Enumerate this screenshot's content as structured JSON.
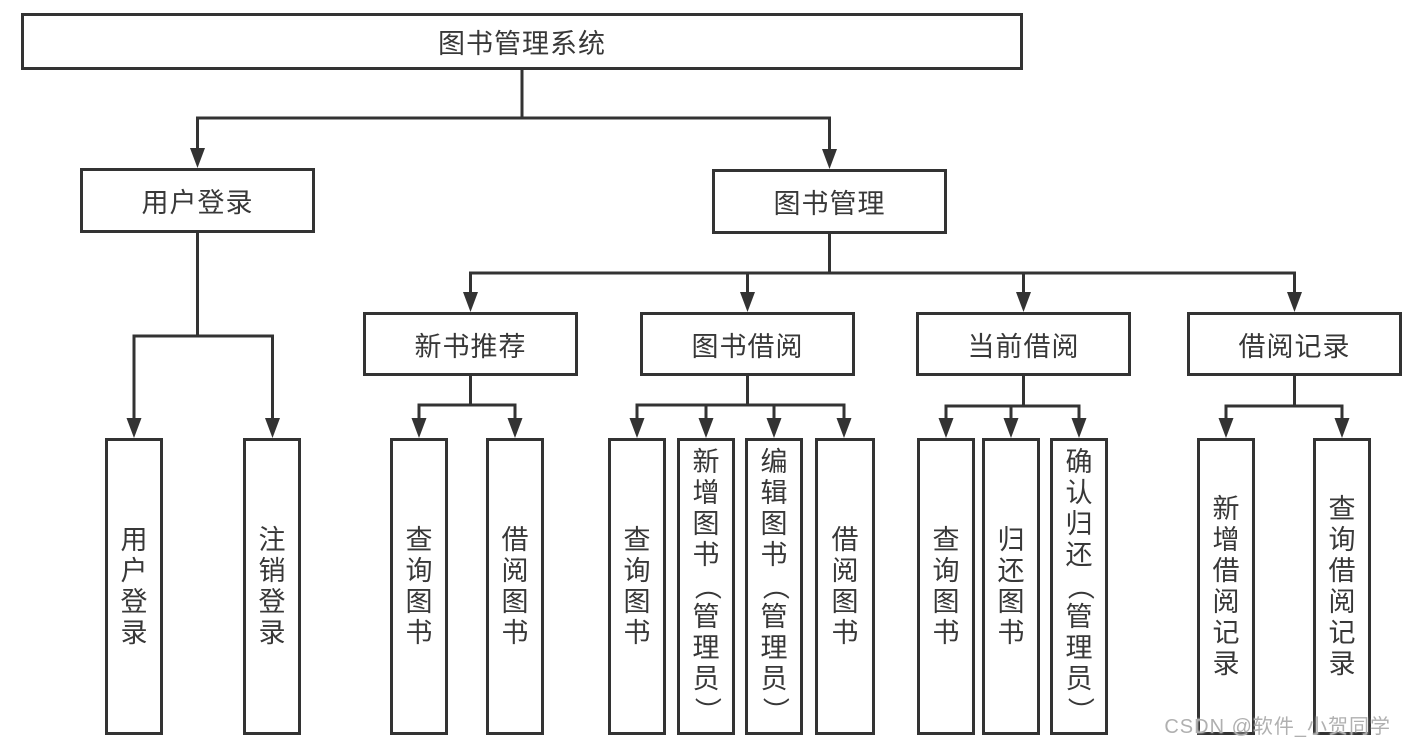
{
  "diagram": {
    "watermark": "CSDN @软件_小贺同学",
    "colors": {
      "line": "#333333",
      "text": "#383838",
      "box_background": "#ffffff",
      "watermark": "#b0b0b0"
    },
    "tree": {
      "label": "图书管理系统",
      "children": [
        {
          "label": "用户登录",
          "children": [
            {
              "label": "用户登录"
            },
            {
              "label": "注销登录"
            }
          ]
        },
        {
          "label": "图书管理",
          "children": [
            {
              "label": "新书推荐",
              "children": [
                {
                  "label": "查询图书"
                },
                {
                  "label": "借阅图书"
                }
              ]
            },
            {
              "label": "图书借阅",
              "children": [
                {
                  "label": "查询图书"
                },
                {
                  "label": "新增图书（管理员）"
                },
                {
                  "label": "编辑图书（管理员）"
                },
                {
                  "label": "借阅图书"
                }
              ]
            },
            {
              "label": "当前借阅",
              "children": [
                {
                  "label": "查询图书"
                },
                {
                  "label": "归还图书"
                },
                {
                  "label": "确认归还（管理员）"
                }
              ]
            },
            {
              "label": "借阅记录",
              "children": [
                {
                  "label": "新增借阅记录"
                },
                {
                  "label": "查询借阅记录"
                }
              ]
            }
          ]
        }
      ]
    }
  }
}
